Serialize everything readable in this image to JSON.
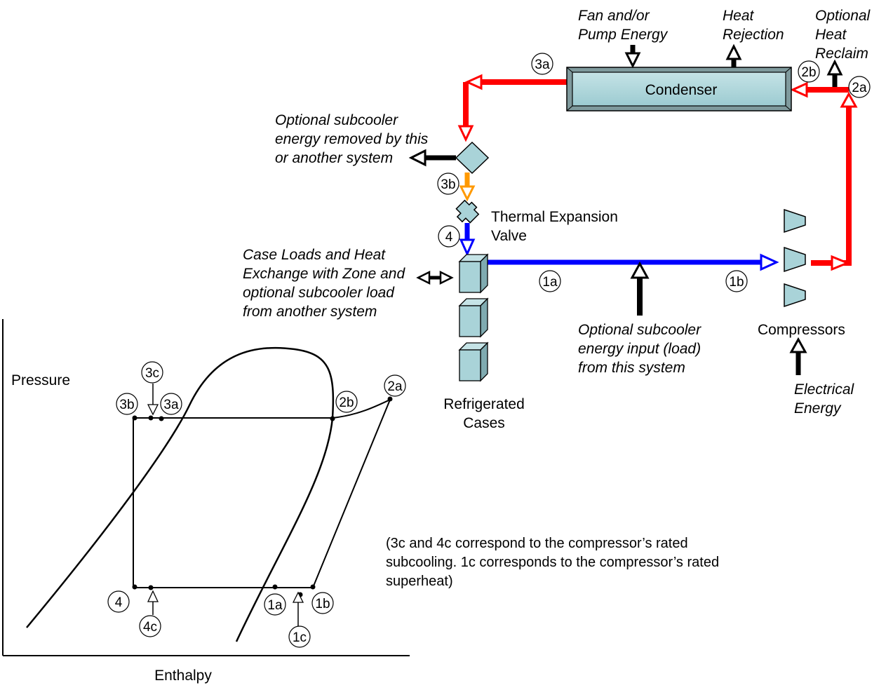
{
  "diagram": {
    "condenser_label": "Condenser",
    "fan_energy": [
      "Fan and/or",
      "Pump Energy"
    ],
    "heat_rejection": [
      "Heat",
      "Rejection"
    ],
    "heat_reclaim": [
      "Optional",
      "Heat",
      "Reclaim"
    ],
    "subcooler_removed": [
      "Optional subcooler",
      "energy removed by this",
      "or another system"
    ],
    "txv": [
      "Thermal Expansion",
      "Valve"
    ],
    "case_loads": [
      "Case Loads and Heat",
      "Exchange with Zone and",
      "optional subcooler load",
      "from another system"
    ],
    "subcooler_input": [
      "Optional subcooler",
      "energy input (load)",
      "from this system"
    ],
    "compressors_label": "Compressors",
    "electrical_energy": [
      "Electrical",
      "Energy"
    ],
    "cases_label": [
      "Refrigerated",
      "Cases"
    ],
    "points": {
      "p3a": "3a",
      "p2b": "2b",
      "p2a": "2a",
      "p3b": "3b",
      "p4": "4",
      "p1a": "1a",
      "p1b": "1b"
    },
    "colors": {
      "hot_gas": "#ff0000",
      "liquid": "#ff9900",
      "suction": "#0000ff",
      "component": "#a9d3d8"
    }
  },
  "ph_chart": {
    "ylabel": "Pressure",
    "xlabel": "Enthalpy",
    "points": {
      "p3c": "3c",
      "p3b": "3b",
      "p3a": "3a",
      "p2b": "2b",
      "p2a": "2a",
      "p4": "4",
      "p4c": "4c",
      "p1a": "1a",
      "p1b": "1b",
      "p1c": "1c"
    }
  },
  "note": [
    "(3c and 4c correspond to the compressor’s rated",
    "subcooling. 1c corresponds to the compressor’s rated",
    "superheat)"
  ]
}
